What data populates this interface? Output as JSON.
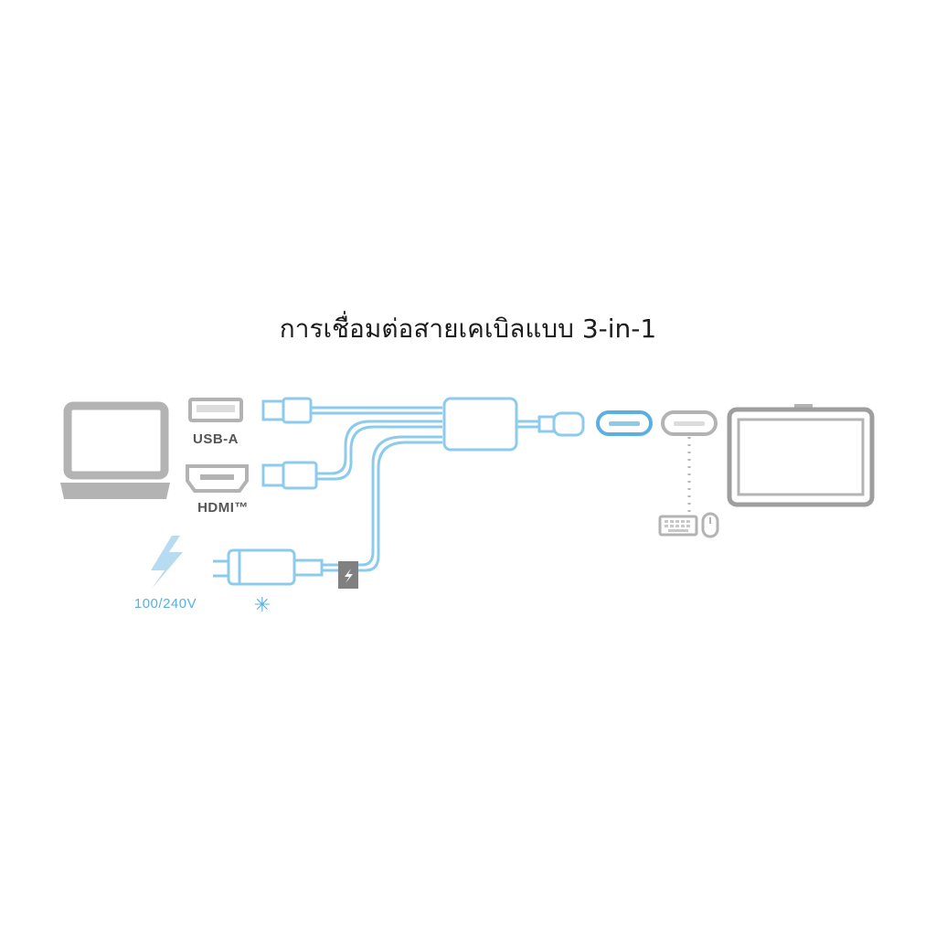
{
  "title": "การเชื่อมต่อสายเคเบิลแบบ 3-in-1",
  "labels": {
    "usb": "USB-A",
    "hdmi": "HDMI™",
    "power": "100/240V",
    "asterisk": "✳"
  },
  "icons": {
    "laptop": "laptop-icon",
    "usb_port": "usb-a-port-icon",
    "hdmi_port": "hdmi-port-icon",
    "lightning": "lightning-bolt-icon",
    "power_adapter": "power-adapter-icon",
    "hub": "cable-hub-icon",
    "usb_c_blue": "usb-c-port-icon",
    "usb_c_gray": "usb-c-port-icon",
    "keyboard": "keyboard-icon",
    "mouse": "mouse-icon",
    "tablet": "pen-display-icon"
  },
  "colors": {
    "gray_device": "#b3b3b3",
    "cable_blue": "#8ccbeb",
    "accent_blue": "#5ab0e2",
    "text_dark": "#1c1c1c"
  }
}
